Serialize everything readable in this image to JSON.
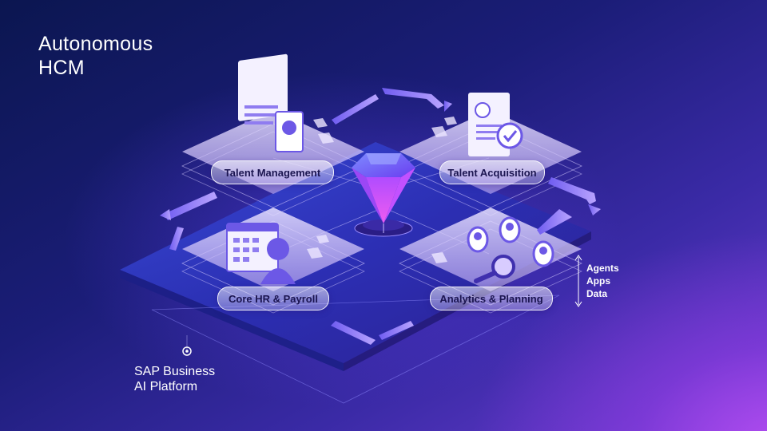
{
  "title": {
    "line1": "Autonomous",
    "line2": "HCM"
  },
  "modules": {
    "talent_management": "Talent Management",
    "talent_acquisition": "Talent Acquisition",
    "core_hr": "Core HR & Payroll",
    "analytics": "Analytics & Planning"
  },
  "layers": {
    "agents": "Agents",
    "apps": "Apps",
    "data": "Data"
  },
  "platform": {
    "line1": "SAP Business",
    "line2": "AI Platform"
  },
  "colors": {
    "accent": "#9a6cff",
    "gem": "#8a4dff",
    "background_dark": "#0b1650",
    "background_light": "#b24df0"
  }
}
